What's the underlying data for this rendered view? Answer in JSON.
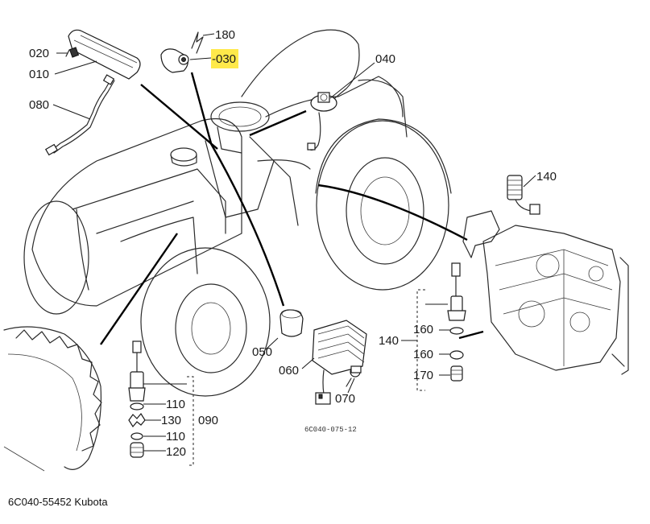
{
  "labels": {
    "p010": "010",
    "p020": "020",
    "p030": "-030",
    "p040": "040",
    "p050": "050",
    "p060": "060",
    "p070": "070",
    "p080": "080",
    "p090": "090",
    "p110a": "110",
    "p110b": "110",
    "p120": "120",
    "p130": "130",
    "p140a": "140",
    "p140b": "140",
    "p160a": "160",
    "p160b": "160",
    "p170": "170",
    "p180": "180"
  },
  "highlight_color": "#ffe94a",
  "drawing_code": "6C040-075-12",
  "caption": "6C040-55452 Kubota"
}
